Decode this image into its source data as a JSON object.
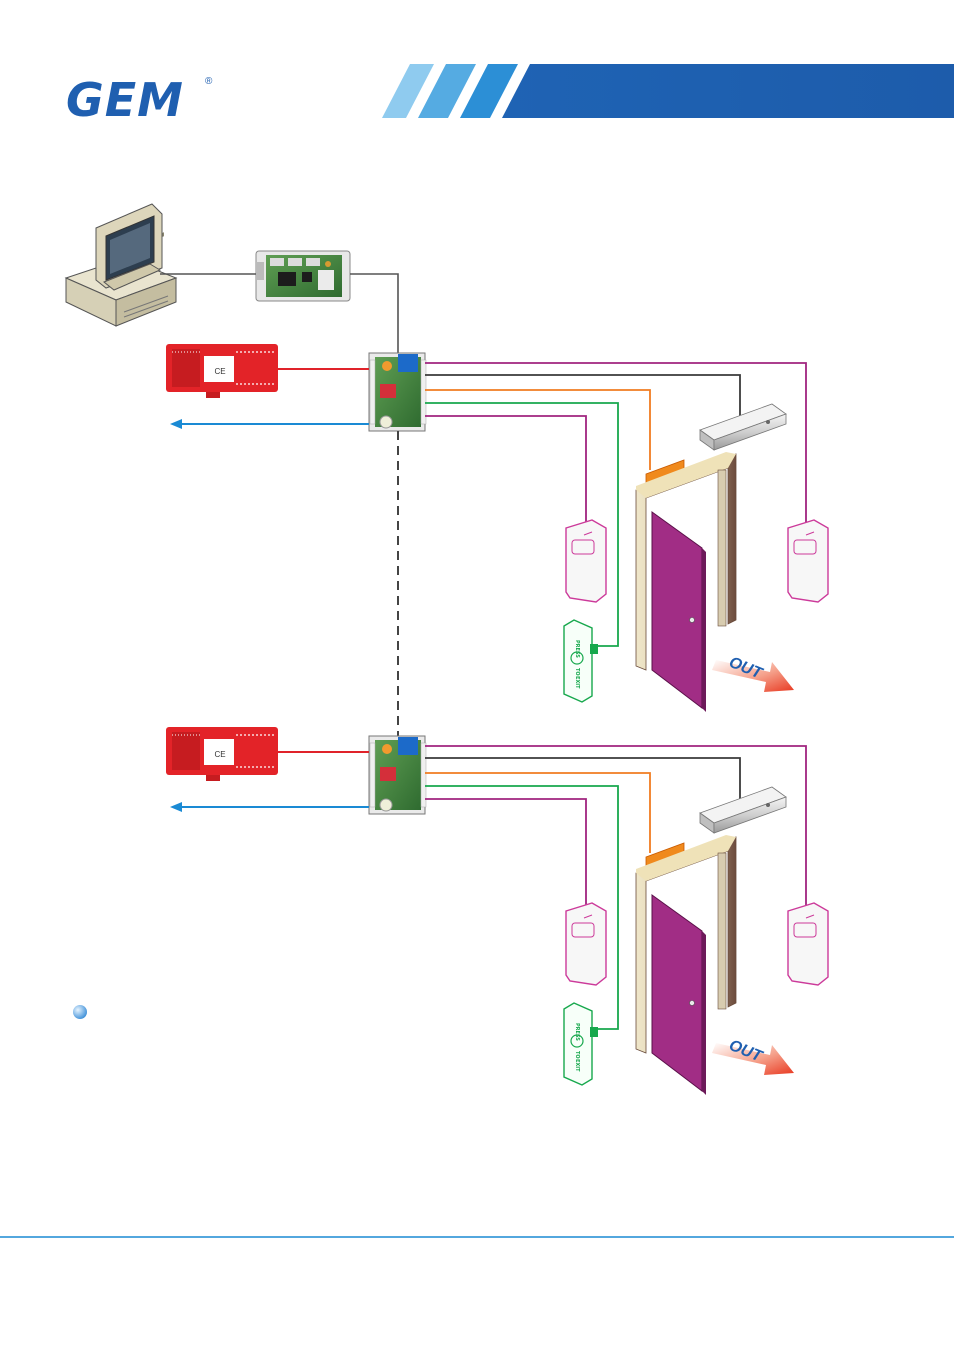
{
  "brand": {
    "name": "GEM",
    "registered_mark": "®"
  },
  "colors": {
    "brand_blue": "#1f5fb0",
    "stripe_light": "#8fcbef",
    "stripe_mid": "#55abe2",
    "stripe_dark": "#2c8fd6",
    "wire_red": "#e0232a",
    "wire_blue": "#1a8ad4",
    "wire_purple": "#a0247f",
    "wire_black": "#3a3a3a",
    "wire_orange": "#f07c21",
    "wire_green": "#17a84d",
    "door_purple": "#a12d85",
    "reader_pink": "#cc3a9a",
    "power_red": "#e0232a",
    "footer_line": "#1a8ad4"
  },
  "icons": {
    "computer": "computer-icon",
    "converter": "converter-board-icon",
    "power_supply": "power-supply-icon",
    "controller": "controller-board-icon",
    "maglock": "maglock-icon",
    "reader": "card-reader-icon",
    "exit_button": "exit-button-icon",
    "door": "door-icon",
    "exit_arrow": "exit-arrow-icon",
    "bullet": "bullet-icon"
  },
  "diagram": {
    "exit_arrow_label": "OUT",
    "exit_button_label_top": "PRESS",
    "exit_button_label_mid": "TO",
    "exit_button_label_bot": "EXIT",
    "units": [
      {
        "id": "door-unit-1"
      },
      {
        "id": "door-unit-2"
      }
    ]
  }
}
